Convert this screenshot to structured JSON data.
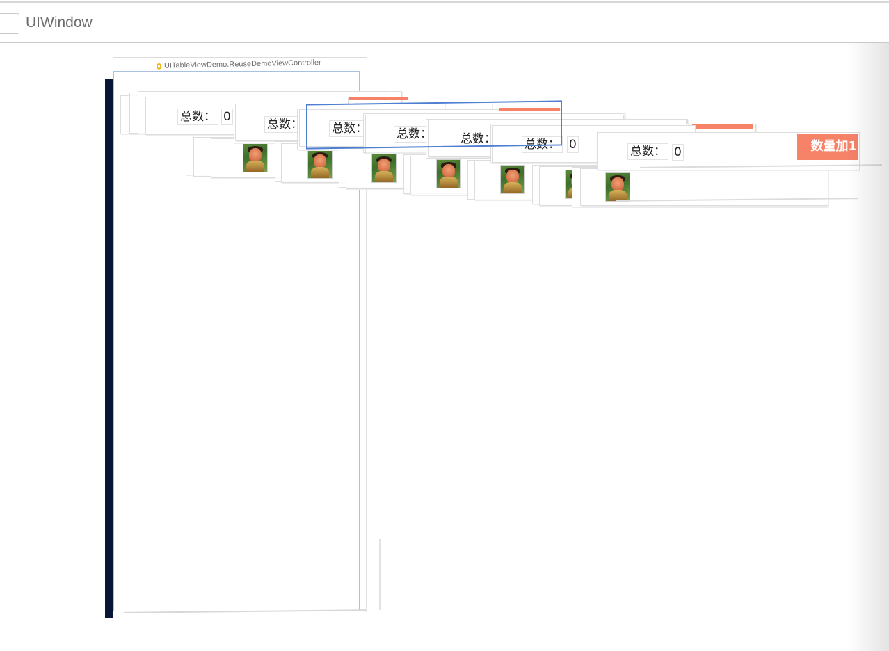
{
  "window": {
    "title": "UIWindow"
  },
  "view_controller": {
    "title": "UITableViewDemo.ReuseDemoViewController",
    "icon": "view-controller-icon"
  },
  "cell": {
    "total_label": "总数：",
    "count_value": "0",
    "add_button_label": "数量加1",
    "avatar_icon": "avatar-photo"
  },
  "colors": {
    "accent_button": "#f68268",
    "selection_border": "#4f7fd0",
    "vc_dark_bar": "#081637",
    "vc_badge": "#f2b416"
  }
}
